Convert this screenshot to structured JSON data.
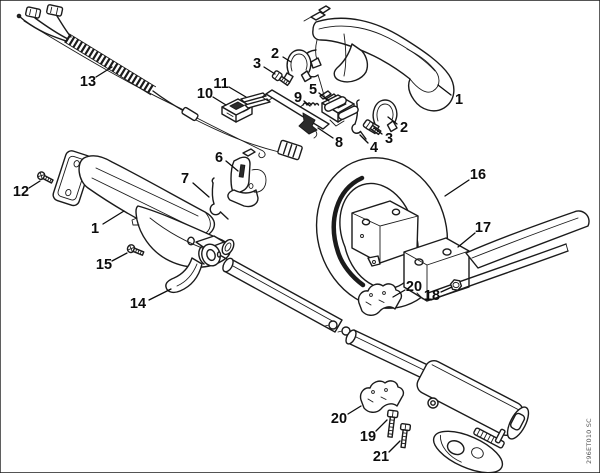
{
  "diagram": {
    "type": "exploded-parts-diagram",
    "image_code": "296ET010 SC",
    "callouts": [
      {
        "label": "13"
      },
      {
        "label": "12"
      },
      {
        "label": "1"
      },
      {
        "label": "15"
      },
      {
        "label": "14"
      },
      {
        "label": "6"
      },
      {
        "label": "7"
      },
      {
        "label": "10"
      },
      {
        "label": "11"
      },
      {
        "label": "2"
      },
      {
        "label": "3"
      },
      {
        "label": "9"
      },
      {
        "label": "5"
      },
      {
        "label": "8"
      },
      {
        "label": "4"
      },
      {
        "label": "2"
      },
      {
        "label": "3"
      },
      {
        "label": "1"
      },
      {
        "label": "16"
      },
      {
        "label": "17"
      },
      {
        "label": "18"
      },
      {
        "label": "20"
      },
      {
        "label": "20"
      },
      {
        "label": "19"
      },
      {
        "label": "21"
      }
    ]
  },
  "colors": {
    "background": "#ffffff",
    "line_art": "#1b1b1b"
  }
}
